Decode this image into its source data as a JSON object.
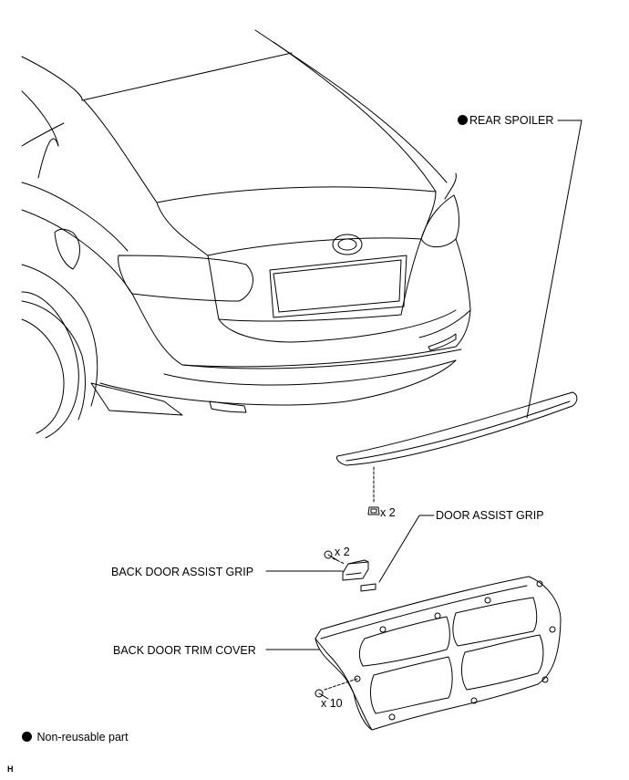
{
  "labels": {
    "rear_spoiler": "REAR SPOILER",
    "door_assist_grip": "DOOR ASSIST GRIP",
    "back_door_assist_grip": "BACK DOOR ASSIST GRIP",
    "back_door_trim_cover": "BACK DOOR TRIM COVER"
  },
  "quantities": {
    "spoiler_clip": "x 2",
    "grip_screw": "x 2",
    "trim_clip": "x 10"
  },
  "legend": {
    "non_reusable": "Non-reusable part"
  },
  "corner_code": "H"
}
